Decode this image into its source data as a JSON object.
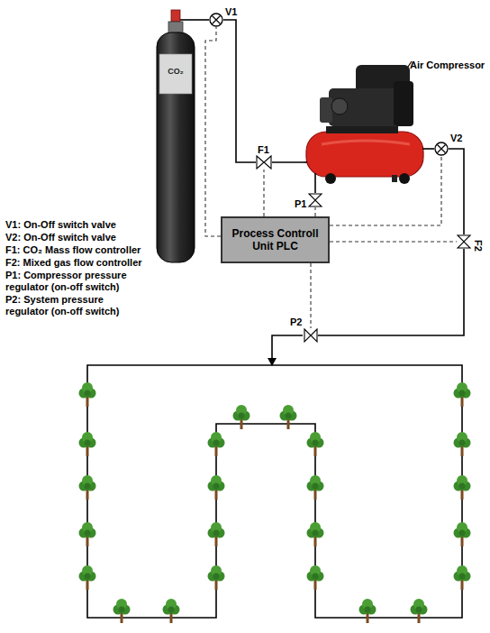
{
  "diagram": {
    "nodes": [
      {
        "text": [
          "CO₂"
        ]
      },
      {
        "text": [
          "V1"
        ]
      },
      {
        "text": [
          "Air Compressor"
        ]
      },
      {
        "text": [
          "F1"
        ]
      },
      {
        "text": [
          "P1"
        ]
      },
      {
        "text": [
          "V2"
        ]
      },
      {
        "text": [
          "Process Controll Unit PLC"
        ]
      },
      {
        "text": [
          "F2"
        ]
      },
      {
        "text": [
          "P2"
        ]
      }
    ],
    "edges": [
      {
        "from": 0,
        "to": 1,
        "arrow": "none"
      },
      {
        "from": 1,
        "to": 3,
        "arrow": "none"
      },
      {
        "from": 3,
        "to": 2,
        "arrow": "none"
      },
      {
        "from": 4,
        "to": 2,
        "arrow": "none"
      },
      {
        "from": 2,
        "to": 5,
        "arrow": "none"
      },
      {
        "from": 5,
        "to": 7,
        "arrow": "none"
      },
      {
        "from": 7,
        "to": 8,
        "arrow": "none"
      },
      {
        "from": 6,
        "to": 1,
        "arrow": "none"
      },
      {
        "from": 6,
        "to": 3,
        "arrow": "none"
      },
      {
        "from": 6,
        "to": 4,
        "arrow": "none"
      },
      {
        "from": 6,
        "to": 5,
        "arrow": "none"
      },
      {
        "from": 6,
        "to": 7,
        "arrow": "none"
      },
      {
        "from": 6,
        "to": 8,
        "arrow": "none"
      }
    ],
    "labels": [
      "V1: On-Off switch valve",
      "V2: On-Off switch valve",
      "F1: CO₂ Mass flow controller",
      "F2: Mixed gas flow controller",
      "P1: Compressor pressure regulator (on-off switch)",
      "P2: System pressure regulator (on-off switch)"
    ]
  }
}
